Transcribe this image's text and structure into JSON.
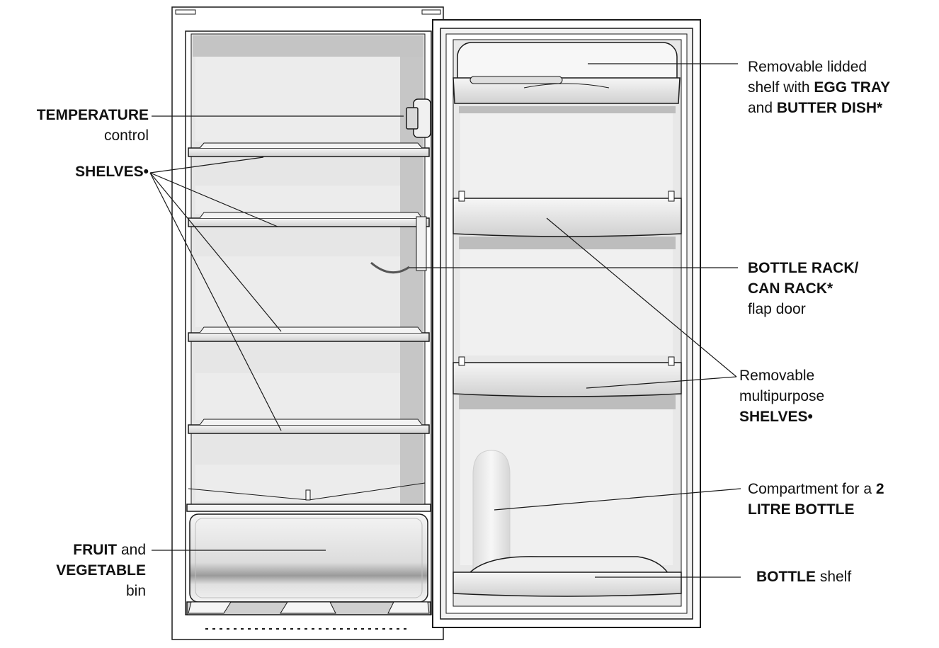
{
  "labels": {
    "temperature": {
      "bold": "TEMPERATURE",
      "rest": "control"
    },
    "shelves_left": {
      "bold": "SHELVES",
      "bullet": "•"
    },
    "fruit": {
      "bold1": "FRUIT",
      "mid": " and",
      "bold2": "VEGETABLE",
      "rest": "bin"
    },
    "lidded": {
      "l1": "Removable lidded",
      "l2a": "shelf with ",
      "l2b": "EGG TRAY",
      "l3a": "and ",
      "l3b": "BUTTER DISH",
      "l3c": "*"
    },
    "bottle_rack": {
      "l1": "BOTTLE RACK/",
      "l2": "CAN RACK*",
      "l3": "flap door"
    },
    "multipurpose": {
      "l1": "Removable",
      "l2": "multipurpose",
      "l3": "SHELVES",
      "bullet": "•"
    },
    "compartment": {
      "l1a": "Compartment for a ",
      "l1b": "2",
      "l2": "LITRE BOTTLE"
    },
    "bottle_shelf": {
      "bold": "BOTTLE",
      "rest": " shelf"
    }
  },
  "colors": {
    "line": "#1a1a1a",
    "panel": "#e4e4e4",
    "shade": "#bdbdbd",
    "dark": "#8c8c8c"
  }
}
